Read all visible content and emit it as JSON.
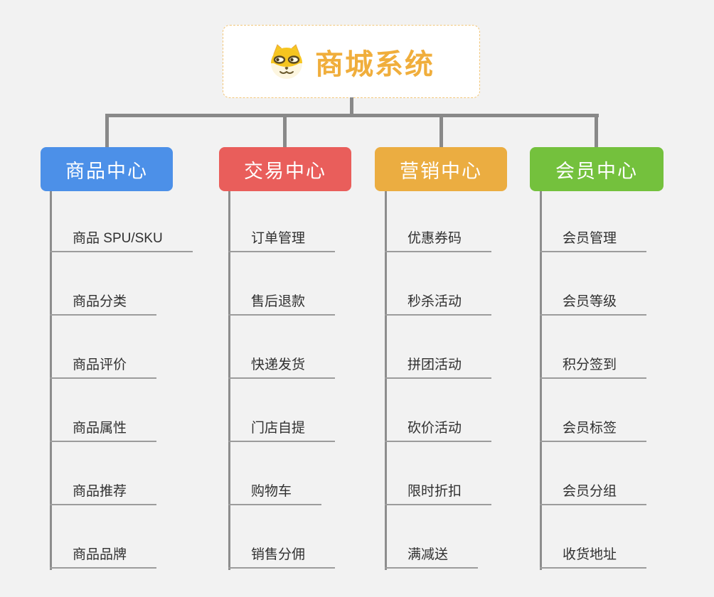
{
  "page": {
    "background": "#f2f2f2"
  },
  "root": {
    "title": "商城系统",
    "title_color": "#f0ae3c",
    "border_color": "#f2c679",
    "icon": "doge-icon"
  },
  "connector_color": "#898989",
  "branches": [
    {
      "label": "商品中心",
      "color": "#4c90e8",
      "items": [
        "商品 SPU/SKU",
        "商品分类",
        "商品评价",
        "商品属性",
        "商品推荐",
        "商品品牌"
      ]
    },
    {
      "label": "交易中心",
      "color": "#e95e5b",
      "items": [
        "订单管理",
        "售后退款",
        "快递发货",
        "门店自提",
        "购物车",
        "销售分佣"
      ]
    },
    {
      "label": "营销中心",
      "color": "#ebad41",
      "items": [
        "优惠券码",
        "秒杀活动",
        "拼团活动",
        "砍价活动",
        "限时折扣",
        "满减送"
      ]
    },
    {
      "label": "会员中心",
      "color": "#74c13d",
      "items": [
        "会员管理",
        "会员等级",
        "积分签到",
        "会员标签",
        "会员分组",
        "收货地址"
      ]
    }
  ]
}
